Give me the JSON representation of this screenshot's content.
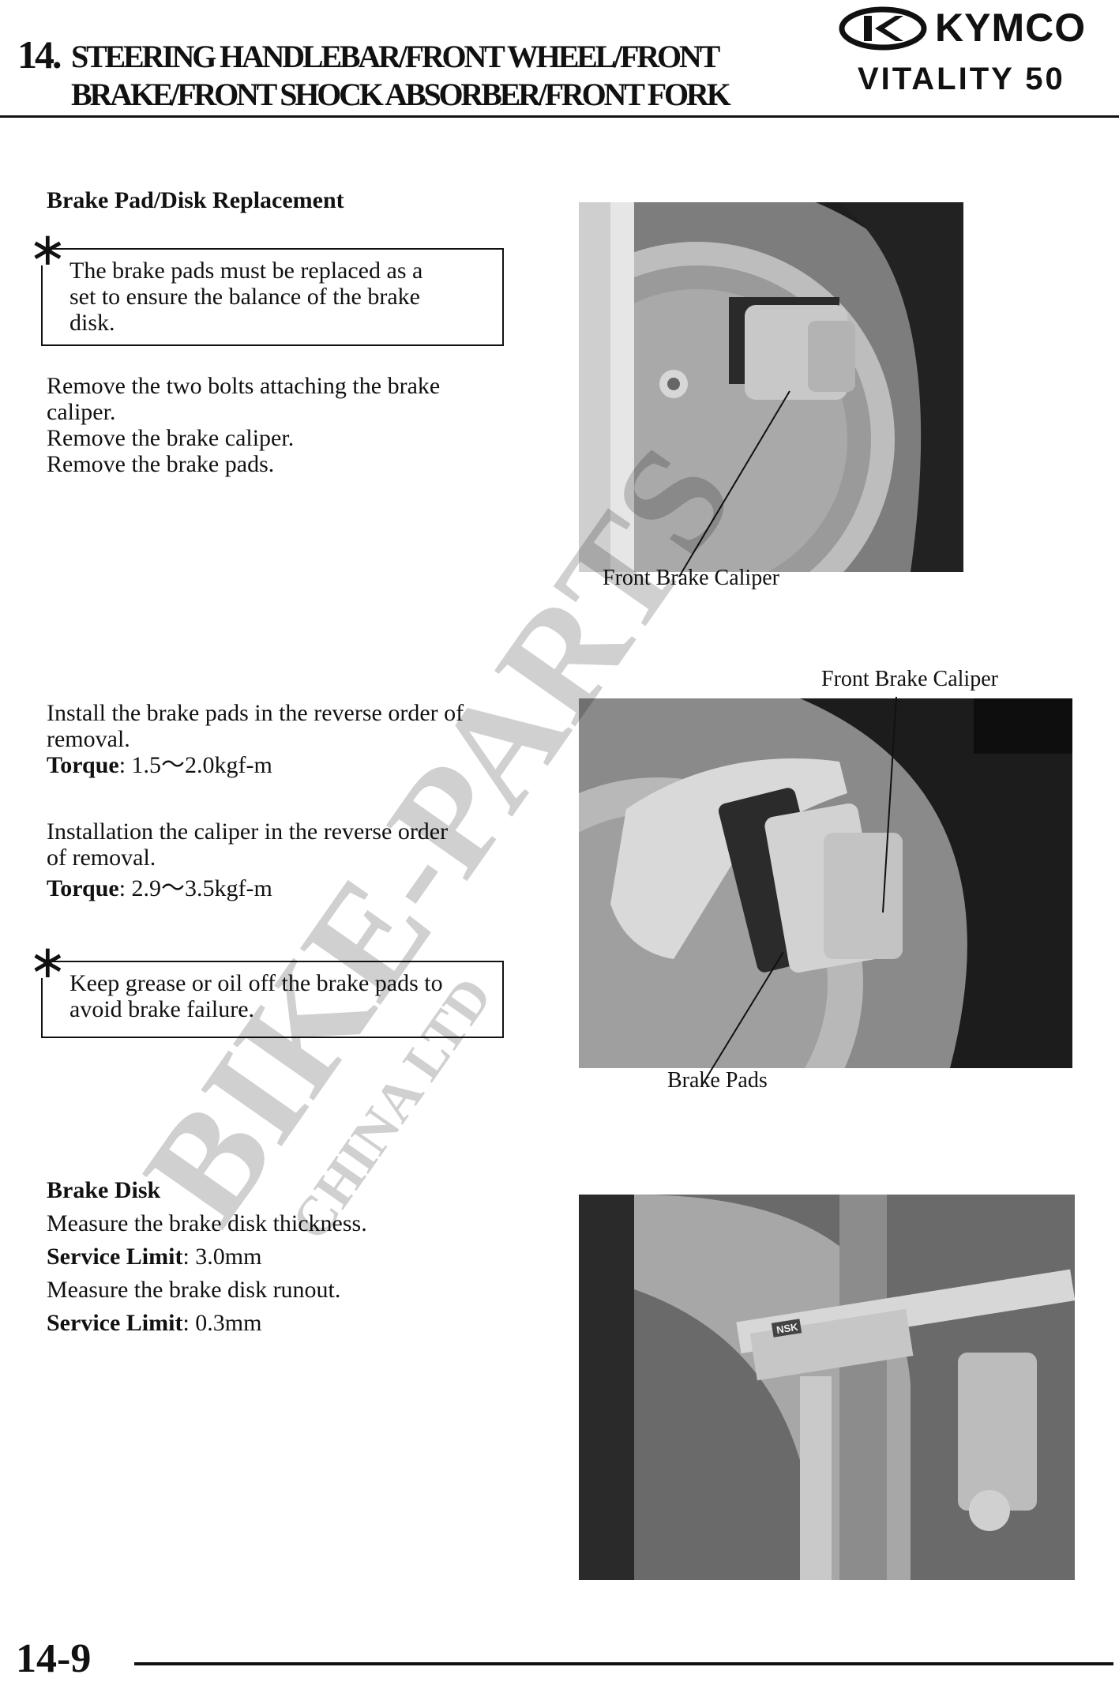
{
  "header": {
    "chapter_number": "14.",
    "title_line1": "STEERING HANDLEBAR/FRONT WHEEL/FRONT",
    "title_line2": "BRAKE/FRONT SHOCK ABSORBER/FRONT FORK",
    "brand": "KYMCO",
    "model": "VITALITY 50"
  },
  "section1": {
    "heading": "Brake Pad/Disk Replacement",
    "note_symbol": "∗",
    "note_lines": [
      "The brake pads must be replaced as a",
      "set to ensure the balance of the brake",
      "disk."
    ],
    "steps": [
      "Remove the two bolts attaching the brake",
      "caliper.",
      "Remove the brake caliper.",
      "Remove the brake pads."
    ]
  },
  "photo1": {
    "caption": "Front Brake Caliper"
  },
  "section2": {
    "install_pads_lines": [
      "Install the brake pads in the reverse order of",
      "removal."
    ],
    "torque1_label": "Torque",
    "torque1_value": ": 1.5～2.0kgf-m",
    "install_caliper_lines": [
      "Installation the caliper in the reverse order",
      "of removal."
    ],
    "torque2_label": "Torque",
    "torque2_value": ": 2.9～3.5kgf-m",
    "note_symbol": "∗",
    "note_lines": [
      "Keep grease or oil off the brake pads to",
      "avoid brake failure."
    ]
  },
  "photo2": {
    "caption_top": "Front Brake Caliper",
    "caption_bottom": "Brake Pads"
  },
  "section3": {
    "heading": "Brake Disk",
    "line1": "Measure the brake disk thickness.",
    "limit1_label": "Service Limit",
    "limit1_value": ": 3.0mm",
    "line2": "Measure the brake disk runout.",
    "limit2_label": "Service Limit",
    "limit2_value": ": 0.3mm"
  },
  "photo3": {
    "tool_brand": "NSK"
  },
  "watermark": {
    "main": "BIKE-PARTS",
    "sub": "CHINA LTD"
  },
  "footer": {
    "page_number": "14-9"
  }
}
